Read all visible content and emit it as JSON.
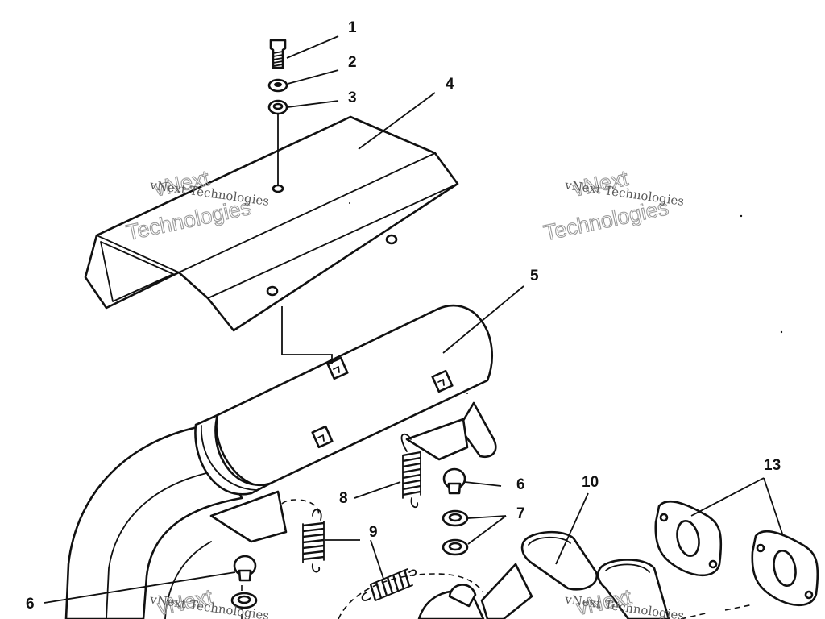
{
  "watermark": {
    "line_small": "vNext Technologies",
    "line_big_1": "vNext",
    "line_big_2": "Technologies"
  },
  "callouts": {
    "c1": "1",
    "c2": "2",
    "c3": "3",
    "c4": "4",
    "c5": "5",
    "c6a": "6",
    "c6b": "6",
    "c7": "7",
    "c8": "8",
    "c9": "9",
    "c10": "10",
    "c13": "13"
  },
  "colors": {
    "ink": "#111111",
    "paper": "#ffffff",
    "watermark": "#9a9a9a"
  }
}
